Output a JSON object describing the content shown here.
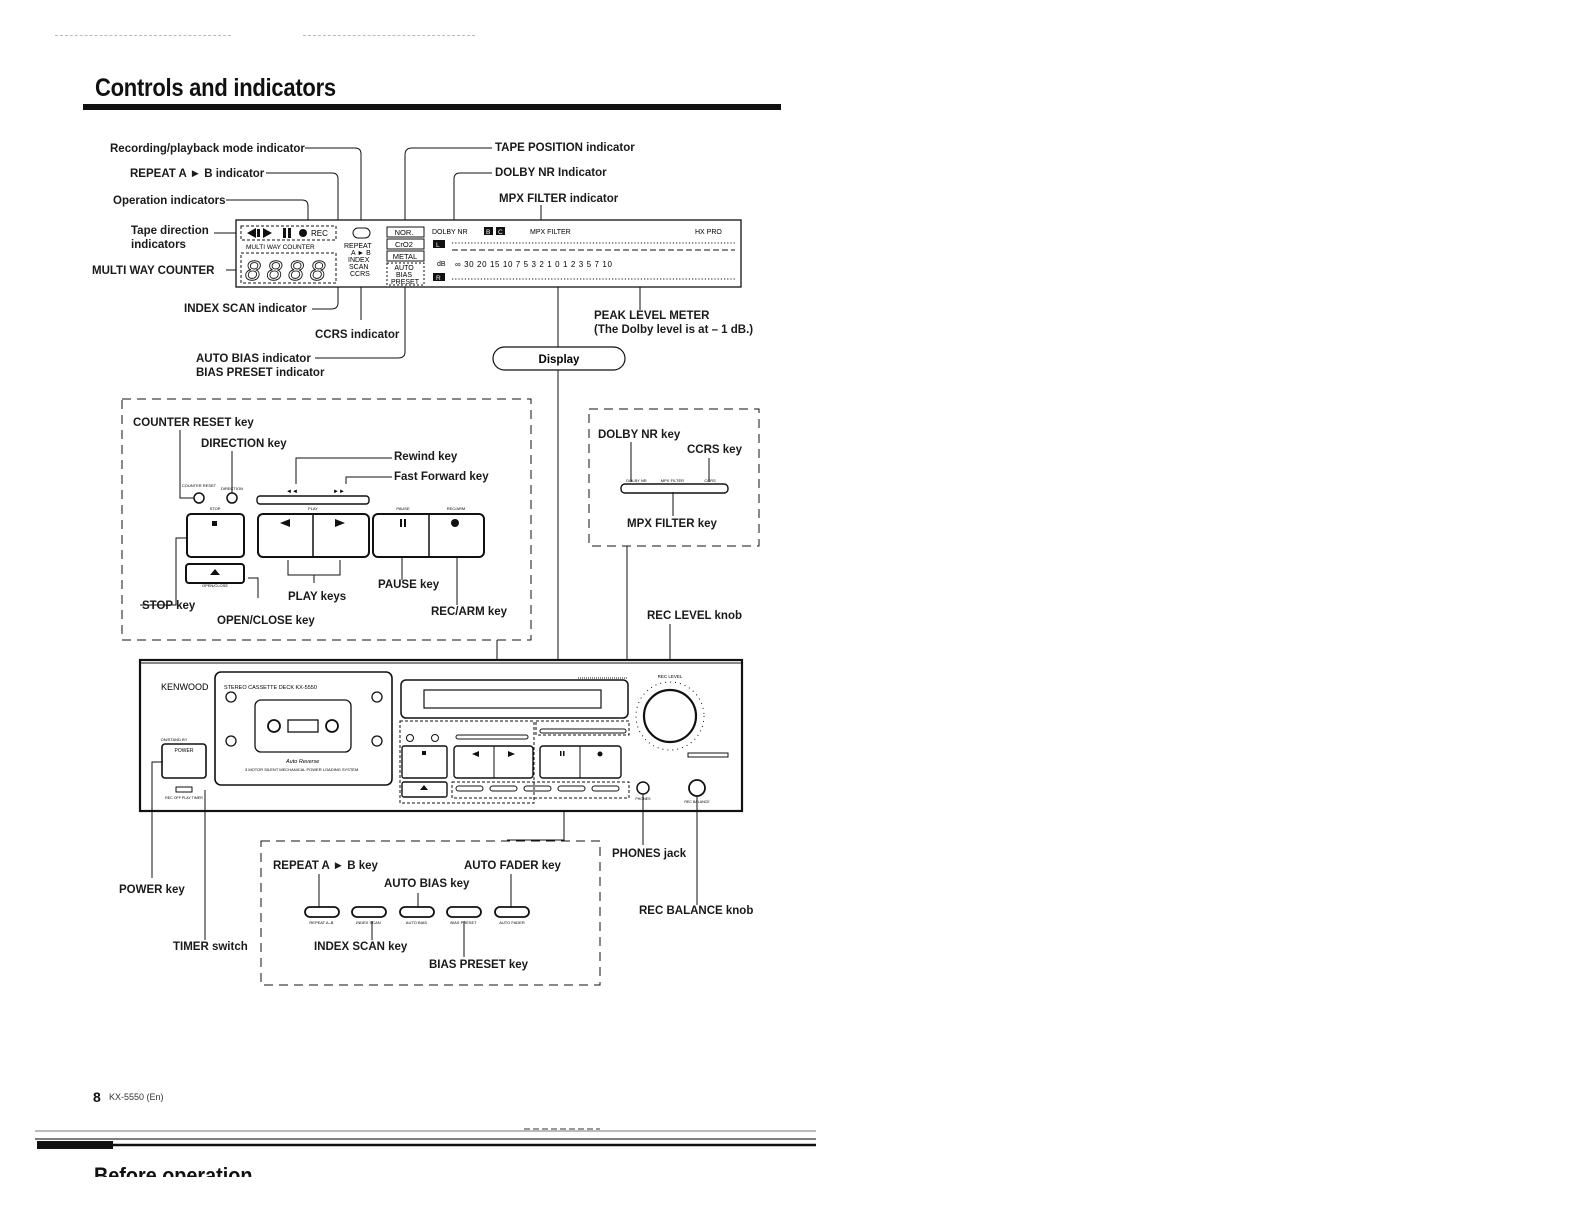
{
  "page": {
    "title": "Controls and indicators",
    "page_number": "8",
    "model_ref": "KX-5550 (En)",
    "next_section_title": "Before operation"
  },
  "display_section": {
    "labels": {
      "rec_play_mode": "Recording/playback mode indicator",
      "repeat_ab": "REPEAT A ► B indicator",
      "operation": "Operation indicators",
      "tape_direction_1": "Tape direction",
      "tape_direction_2": "indicators",
      "multi_way_counter": "MULTI WAY COUNTER",
      "index_scan": "INDEX SCAN indicator",
      "ccrs": "CCRS indicator",
      "auto_bias": "AUTO BIAS indicator",
      "bias_preset": "BIAS PRESET indicator",
      "tape_position": "TAPE POSITION indicator",
      "dolby_nr": "DOLBY NR Indicator",
      "mpx_filter": "MPX FILTER indicator",
      "peak_level_meter": "PEAK LEVEL METER",
      "peak_level_note": "(The Dolby level is at – 1 dB.)",
      "display_callout": "Display"
    },
    "panel": {
      "rec_label": "REC",
      "counter_caption": "MULTI WAY COUNTER",
      "counter_digits": "8888",
      "mode_lines": [
        "REPEAT",
        "A ► B",
        "INDEX",
        "SCAN",
        "CCRS"
      ],
      "tape_types": [
        "NOR.",
        "CrO2",
        "METAL"
      ],
      "bias_lines": [
        "AUTO",
        "BIAS",
        "PRESET"
      ],
      "dolby_label": "DOLBY NR",
      "dolby_b": "B",
      "dolby_c": "C",
      "mpx_label": "MPX FILTER",
      "hx_pro": "HX PRO",
      "channel_l": "L",
      "channel_r": "R",
      "db_label": "dB",
      "db_scale": "∞ 30 20 15 10 7 5 3 2 1 0 1 2 3 5 7 10"
    }
  },
  "transport_box": {
    "labels": {
      "counter_reset": "COUNTER RESET key",
      "direction": "DIRECTION key",
      "rewind": "Rewind key",
      "fast_forward": "Fast Forward key",
      "stop": "STOP key",
      "open_close": "OPEN/CLOSE key",
      "play": "PLAY keys",
      "pause": "PAUSE key",
      "rec_arm": "REC/ARM key"
    },
    "tiny": {
      "counter_reset": "COUNTER RESET",
      "direction": "DIRECTION",
      "stop": "STOP",
      "play": "PLAY",
      "pause": "PAUSE",
      "rec_arm": "REC/ARM",
      "open_close": "OPEN/CLOSE"
    }
  },
  "dolby_box": {
    "labels": {
      "dolby_nr": "DOLBY NR key",
      "ccrs": "CCRS key",
      "mpx_filter": "MPX FILTER key"
    },
    "tiny": [
      "DOLBY NR",
      "MPX FILTER",
      "CCRS"
    ]
  },
  "front_panel": {
    "brand": "KENWOOD",
    "model_line": "STEREO CASSETTE DECK KX-5550",
    "auto_reverse": "Auto Reverse",
    "mech_line": "3 MOTOR SILENT MECHANICAL POWER LOADING SYSTEM",
    "power": "POWER",
    "on_standby": "ON/STAND BY",
    "timer": "REC OFF PLAY TIMER",
    "rec_level": "REC LEVEL",
    "rec_balance": "REC BALANCE",
    "phones": "PHONES"
  },
  "lower_labels": {
    "rec_level_knob": "REC LEVEL knob",
    "phones_jack": "PHONES jack",
    "rec_balance_knob": "REC BALANCE knob",
    "power_key": "POWER key",
    "timer_switch": "TIMER switch"
  },
  "function_box": {
    "labels": {
      "repeat_ab": "REPEAT A ► B key",
      "auto_fader": "AUTO FADER key",
      "auto_bias": "AUTO BIAS key",
      "index_scan": "INDEX SCAN key",
      "bias_preset": "BIAS PRESET key"
    },
    "tiny": [
      "REPEAT A–B",
      "INDEX SCAN",
      "AUTO BIAS",
      "BIAS PRESET",
      "AUTO FADER"
    ]
  }
}
